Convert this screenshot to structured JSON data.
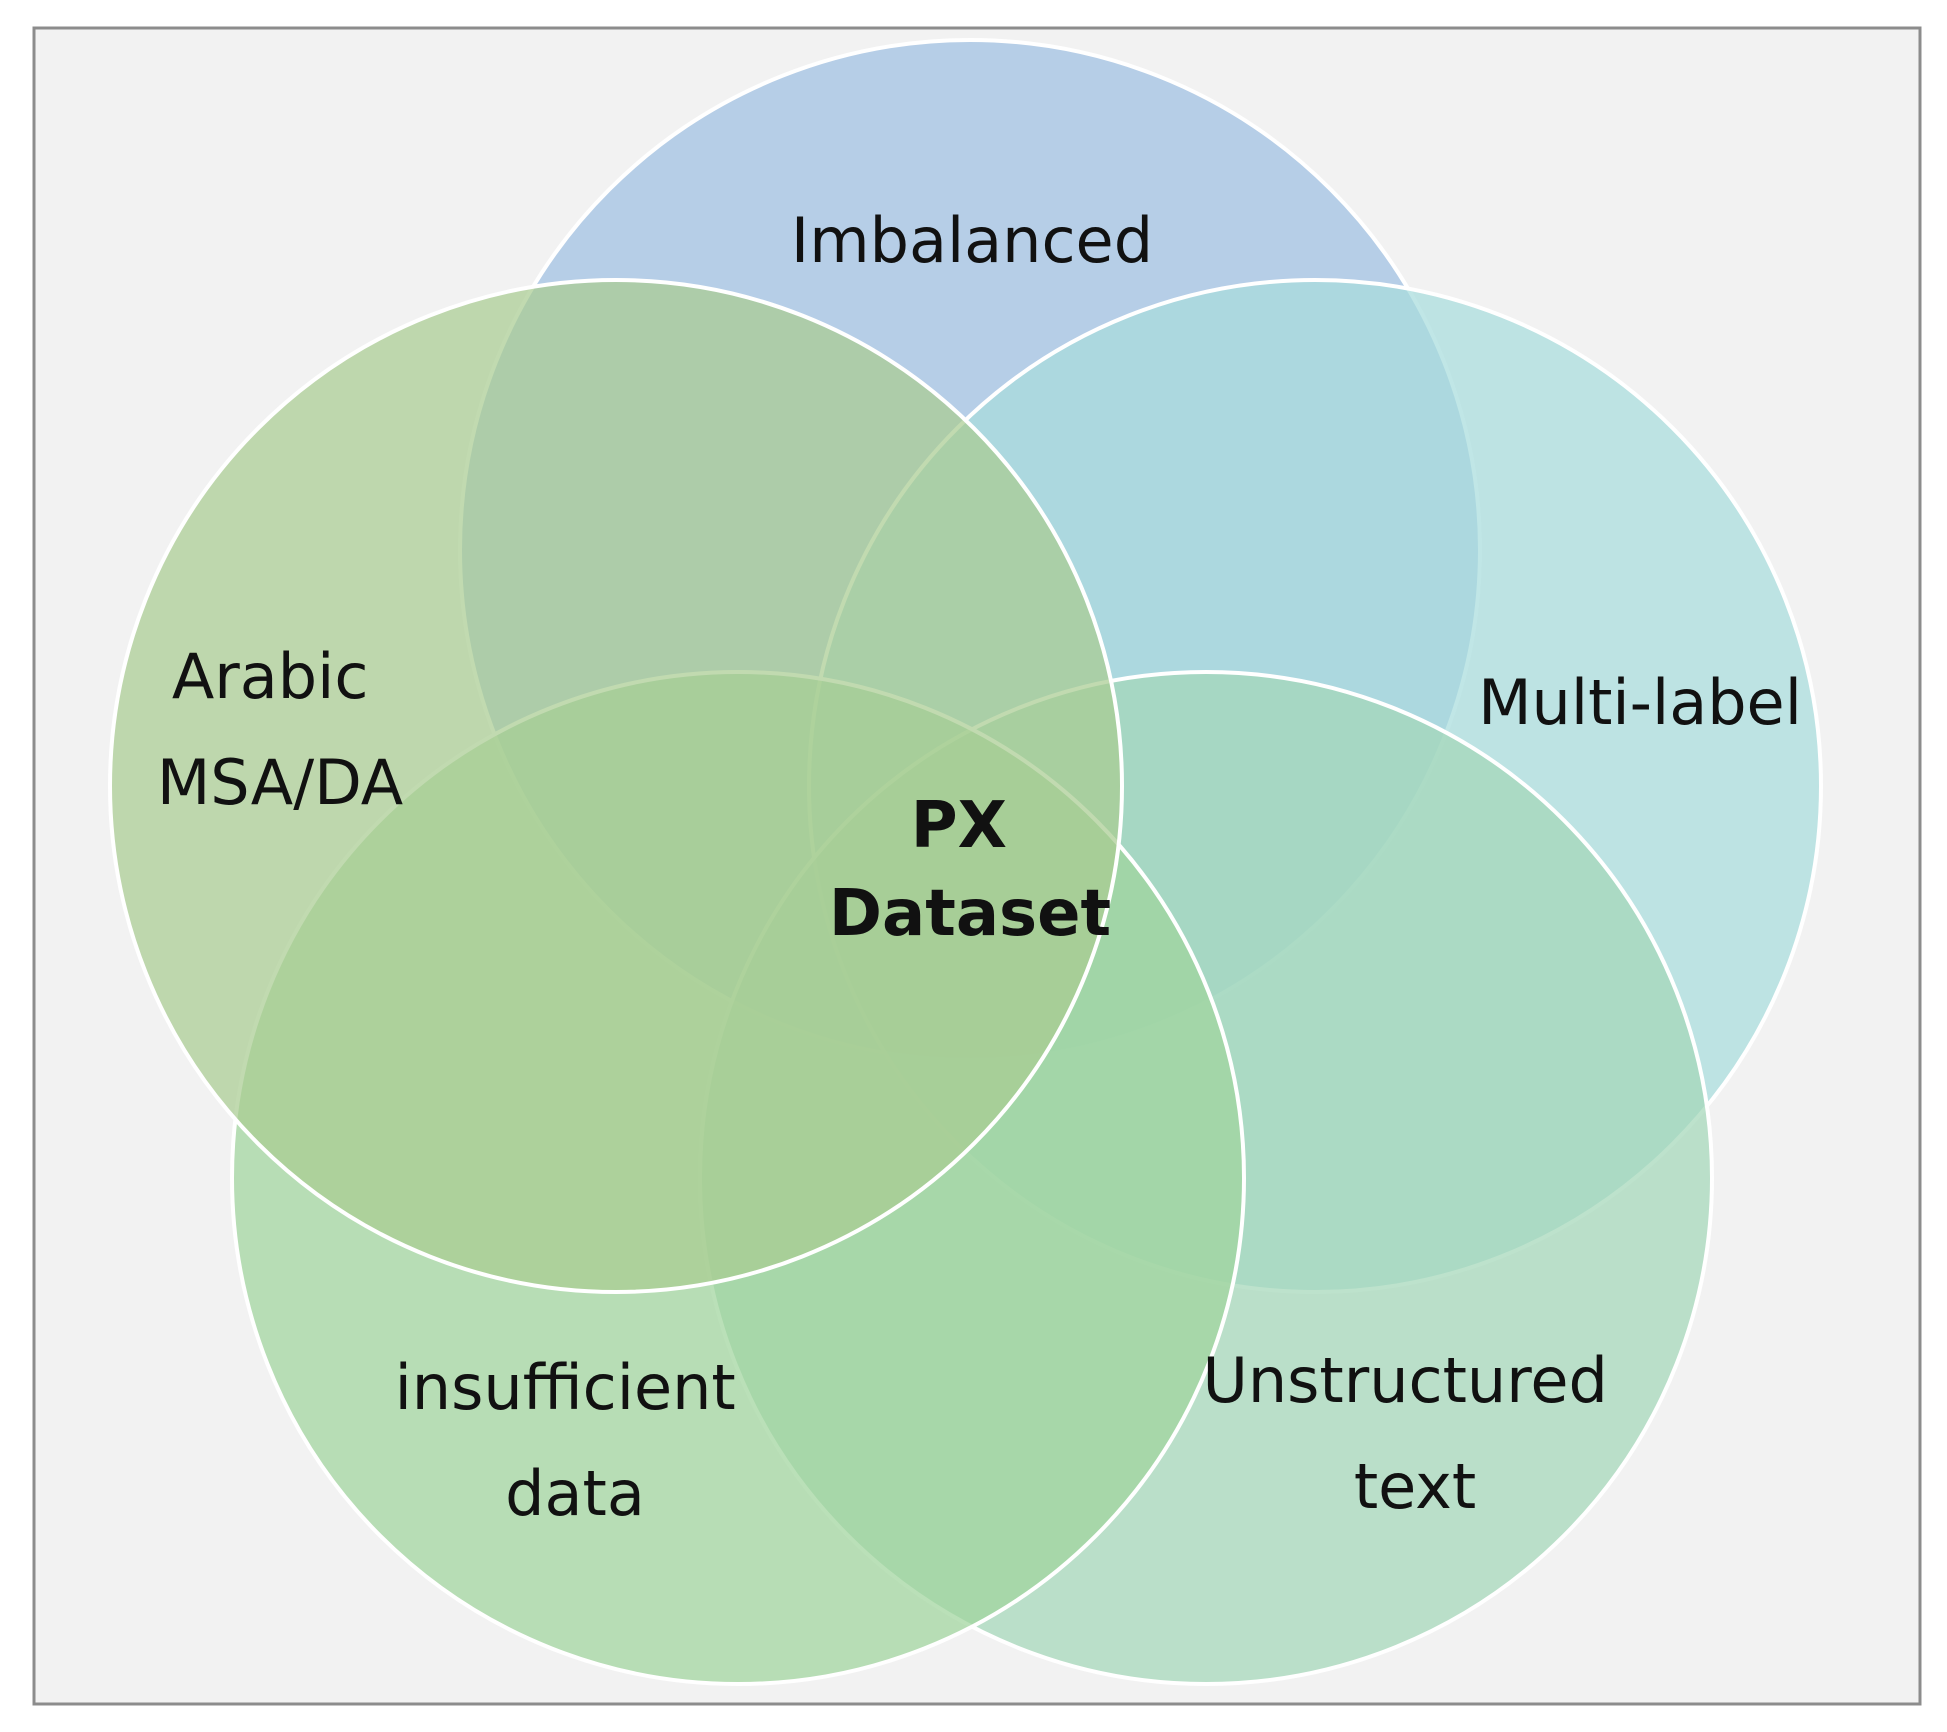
{
  "diagram": {
    "center": {
      "line1": "PX",
      "line2": "Dataset"
    },
    "sets": [
      {
        "id": "imbalanced",
        "lines": [
          "Imbalanced"
        ],
        "color": "#9ebfe2"
      },
      {
        "id": "multi-label",
        "lines": [
          "Multi-label"
        ],
        "color": "#a7dcdc"
      },
      {
        "id": "unstructured-text",
        "lines": [
          "Unstructured",
          "text"
        ],
        "color": "#a3d7b8"
      },
      {
        "id": "insufficient-data",
        "lines": [
          "insufficient",
          "data"
        ],
        "color": "#9fd49c"
      },
      {
        "id": "arabic-msa-da",
        "lines": [
          "Arabic",
          "MSA/DA"
        ],
        "color": "#a9cc91"
      }
    ],
    "colors": {
      "frame_background": "#f2f2f2",
      "frame_border": "#8c8c8c",
      "circle_outline": "#ffffff"
    }
  }
}
